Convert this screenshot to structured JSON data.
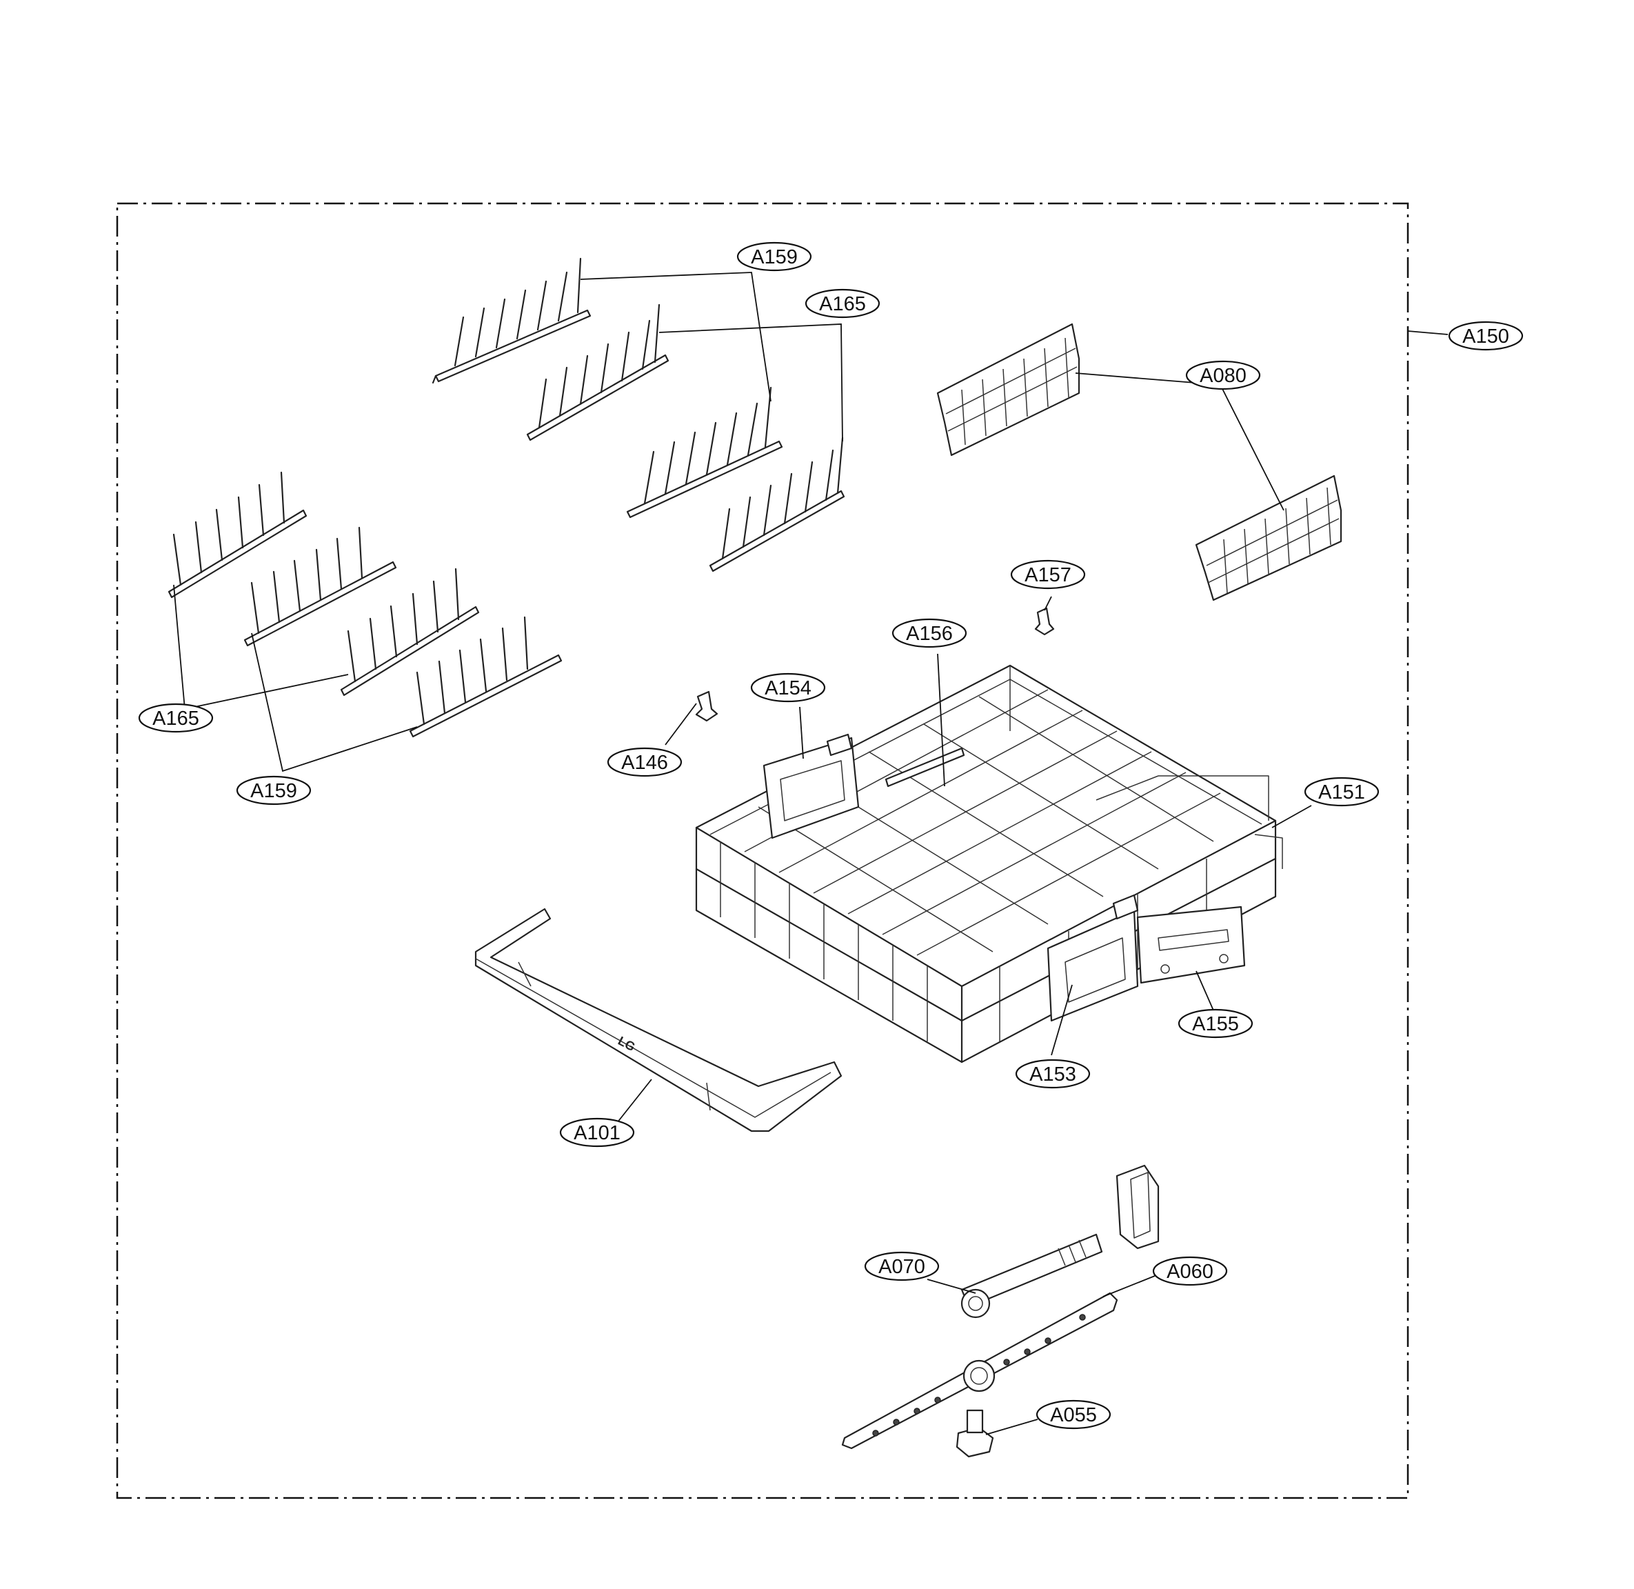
{
  "labels": {
    "a150": "A150",
    "a159_top": "A159",
    "a165_top": "A165",
    "a080": "A080",
    "a157": "A157",
    "a156": "A156",
    "a154": "A154",
    "a146": "A146",
    "a165_left": "A165",
    "a159_left": "A159",
    "a151": "A151",
    "a155": "A155",
    "a153": "A153",
    "a101": "A101",
    "a070": "A070",
    "a060": "A060",
    "a055": "A055"
  },
  "handle_logo": "LG"
}
